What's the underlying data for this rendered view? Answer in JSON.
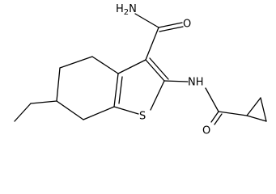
{
  "labels": {
    "amide_nh2": "H2N",
    "carbonyl_o1": "O",
    "nh": "NH",
    "sulfur": "S",
    "carbonyl_o2": "O"
  },
  "colors": {
    "bond": "#000000",
    "text": "#000000",
    "background": "#ffffff"
  }
}
